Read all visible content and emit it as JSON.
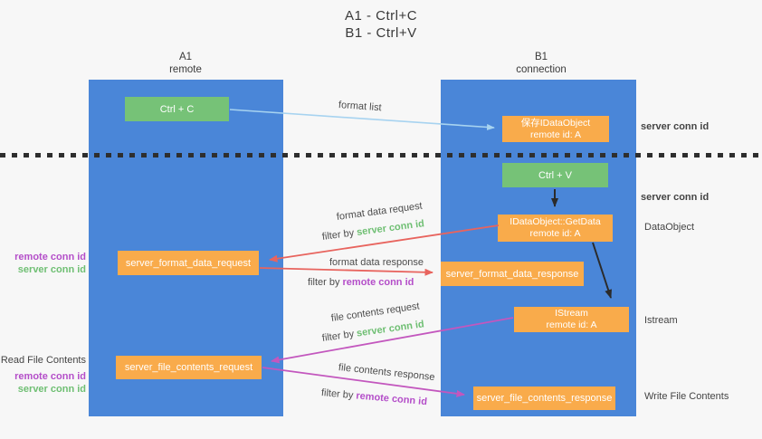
{
  "title": {
    "line1": "A1 - Ctrl+C",
    "line2": "B1 - Ctrl+V"
  },
  "columns": {
    "left": {
      "name": "A1",
      "subtitle": "remote"
    },
    "right": {
      "name": "B1",
      "subtitle": "connection"
    }
  },
  "boxes": {
    "ctrl_c": {
      "label": "Ctrl + C"
    },
    "save_dataobject": {
      "line1": "保存IDataObject",
      "line2": "remote id: A"
    },
    "ctrl_v": {
      "label": "Ctrl + V"
    },
    "getdata": {
      "line1": "IDataObject::GetData",
      "line2": "remote id: A"
    },
    "format_request": {
      "label": "server_format_data_request"
    },
    "format_response": {
      "label": "server_format_data_response"
    },
    "istream": {
      "line1": "IStream",
      "line2": "remote id: A"
    },
    "file_request": {
      "label": "server_file_contents_request"
    },
    "file_response": {
      "label": "server_file_contents_response"
    }
  },
  "arrows": {
    "format_list": {
      "label": "format list"
    },
    "format_data_request": {
      "label": "format data request",
      "filter_prefix": "filter by ",
      "filter_key": "server conn id"
    },
    "format_data_response": {
      "label": "format data response",
      "filter_prefix": "filter by ",
      "filter_key": "remote conn id"
    },
    "file_contents_request": {
      "label": "file contents request",
      "filter_prefix": "filter by ",
      "filter_key": "server conn id"
    },
    "file_contents_response": {
      "label": "file contents response",
      "filter_prefix": "filter by ",
      "filter_key": "remote conn id"
    }
  },
  "side_labels": {
    "right_top_server_conn": "server conn id",
    "right_mid_server_conn": "server conn id",
    "right_dataobject": "DataObject",
    "right_istream": "Istream",
    "right_write_file": "Write File Contents",
    "left_remote_conn_top": "remote conn id",
    "left_server_conn_top": "server conn id",
    "left_read_file": "Read File Contents",
    "left_remote_conn_bottom": "remote conn id",
    "left_server_conn_bottom": "server conn id"
  },
  "colors": {
    "column_blue": "#4a86d8",
    "box_green": "#76c277",
    "box_orange": "#f9ab4b",
    "accent_green": "#6fbf73",
    "accent_purple": "#b44ec9",
    "arrow_red": "#e8645e",
    "arrow_magenta": "#c357be",
    "arrow_lightblue": "#a7d3f0",
    "arrow_black": "#2b2b2b",
    "text_dark": "#3a3a3a",
    "background": "#f7f7f7"
  }
}
